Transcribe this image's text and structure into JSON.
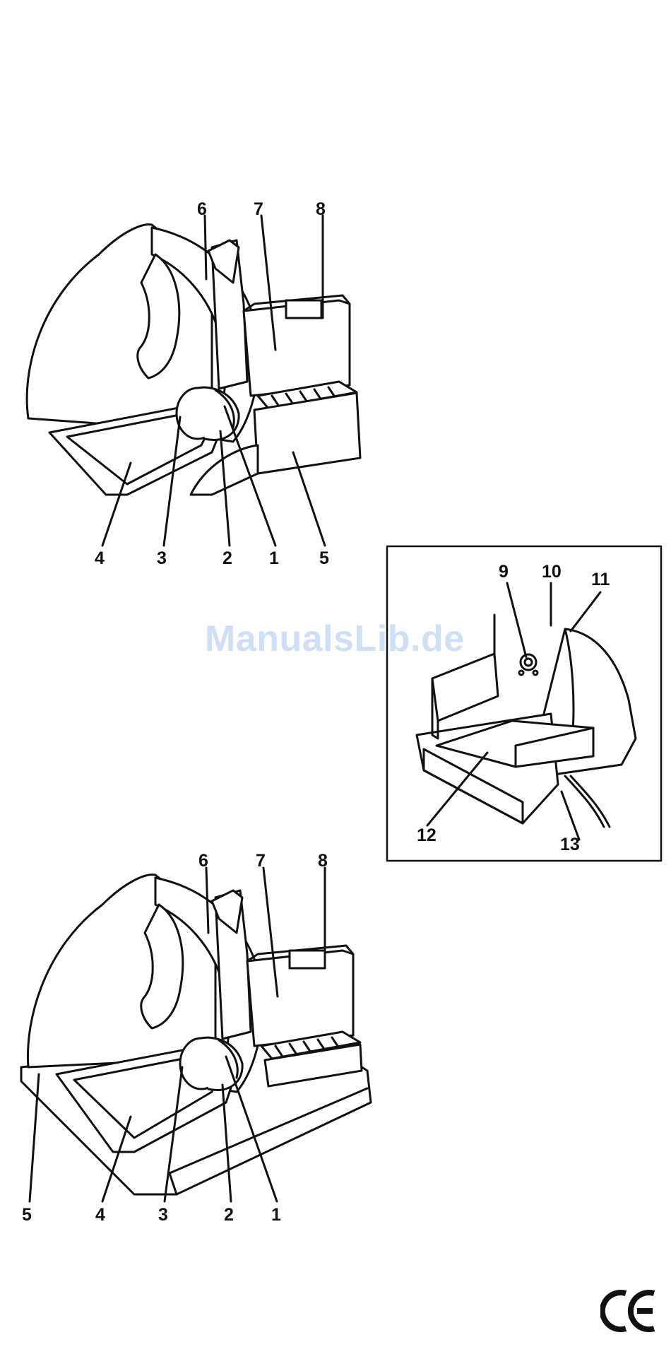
{
  "watermark": "ManualsLib.de",
  "figure1": {
    "labels": [
      "6",
      "7",
      "8",
      "4",
      "3",
      "2",
      "1",
      "5"
    ]
  },
  "figure2": {
    "labels": [
      "9",
      "10",
      "11",
      "12",
      "13"
    ]
  },
  "figure3": {
    "labels": [
      "6",
      "7",
      "8",
      "5",
      "4",
      "3",
      "2",
      "1"
    ]
  },
  "mark": "CE"
}
